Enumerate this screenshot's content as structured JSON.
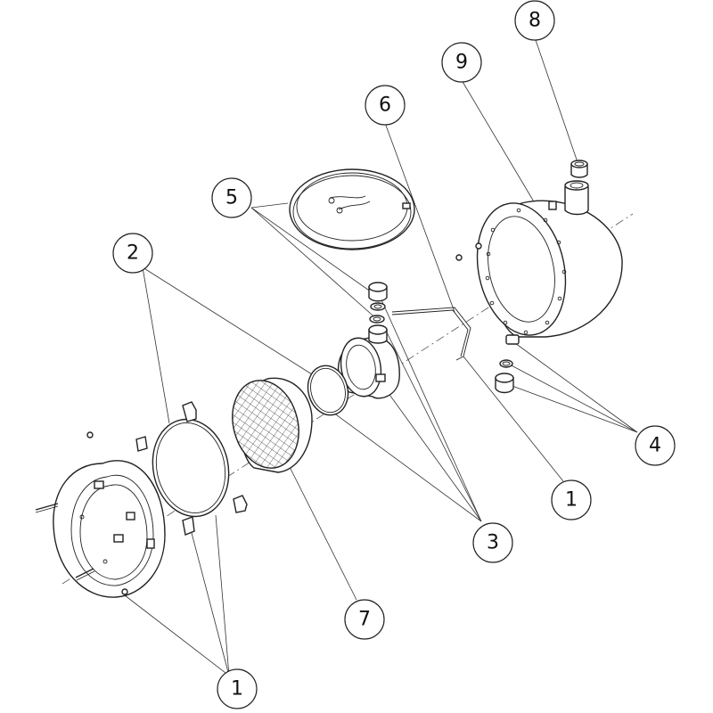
{
  "diagram": {
    "type": "exploded-parts-view",
    "callouts": [
      {
        "id": "c-1-bottom",
        "label": "1"
      },
      {
        "id": "c-1-right",
        "label": "1"
      },
      {
        "id": "c-2",
        "label": "2"
      },
      {
        "id": "c-3",
        "label": "3"
      },
      {
        "id": "c-4",
        "label": "4"
      },
      {
        "id": "c-5",
        "label": "5"
      },
      {
        "id": "c-6",
        "label": "6"
      },
      {
        "id": "c-7",
        "label": "7"
      },
      {
        "id": "c-8",
        "label": "8"
      },
      {
        "id": "c-9",
        "label": "9"
      }
    ]
  }
}
